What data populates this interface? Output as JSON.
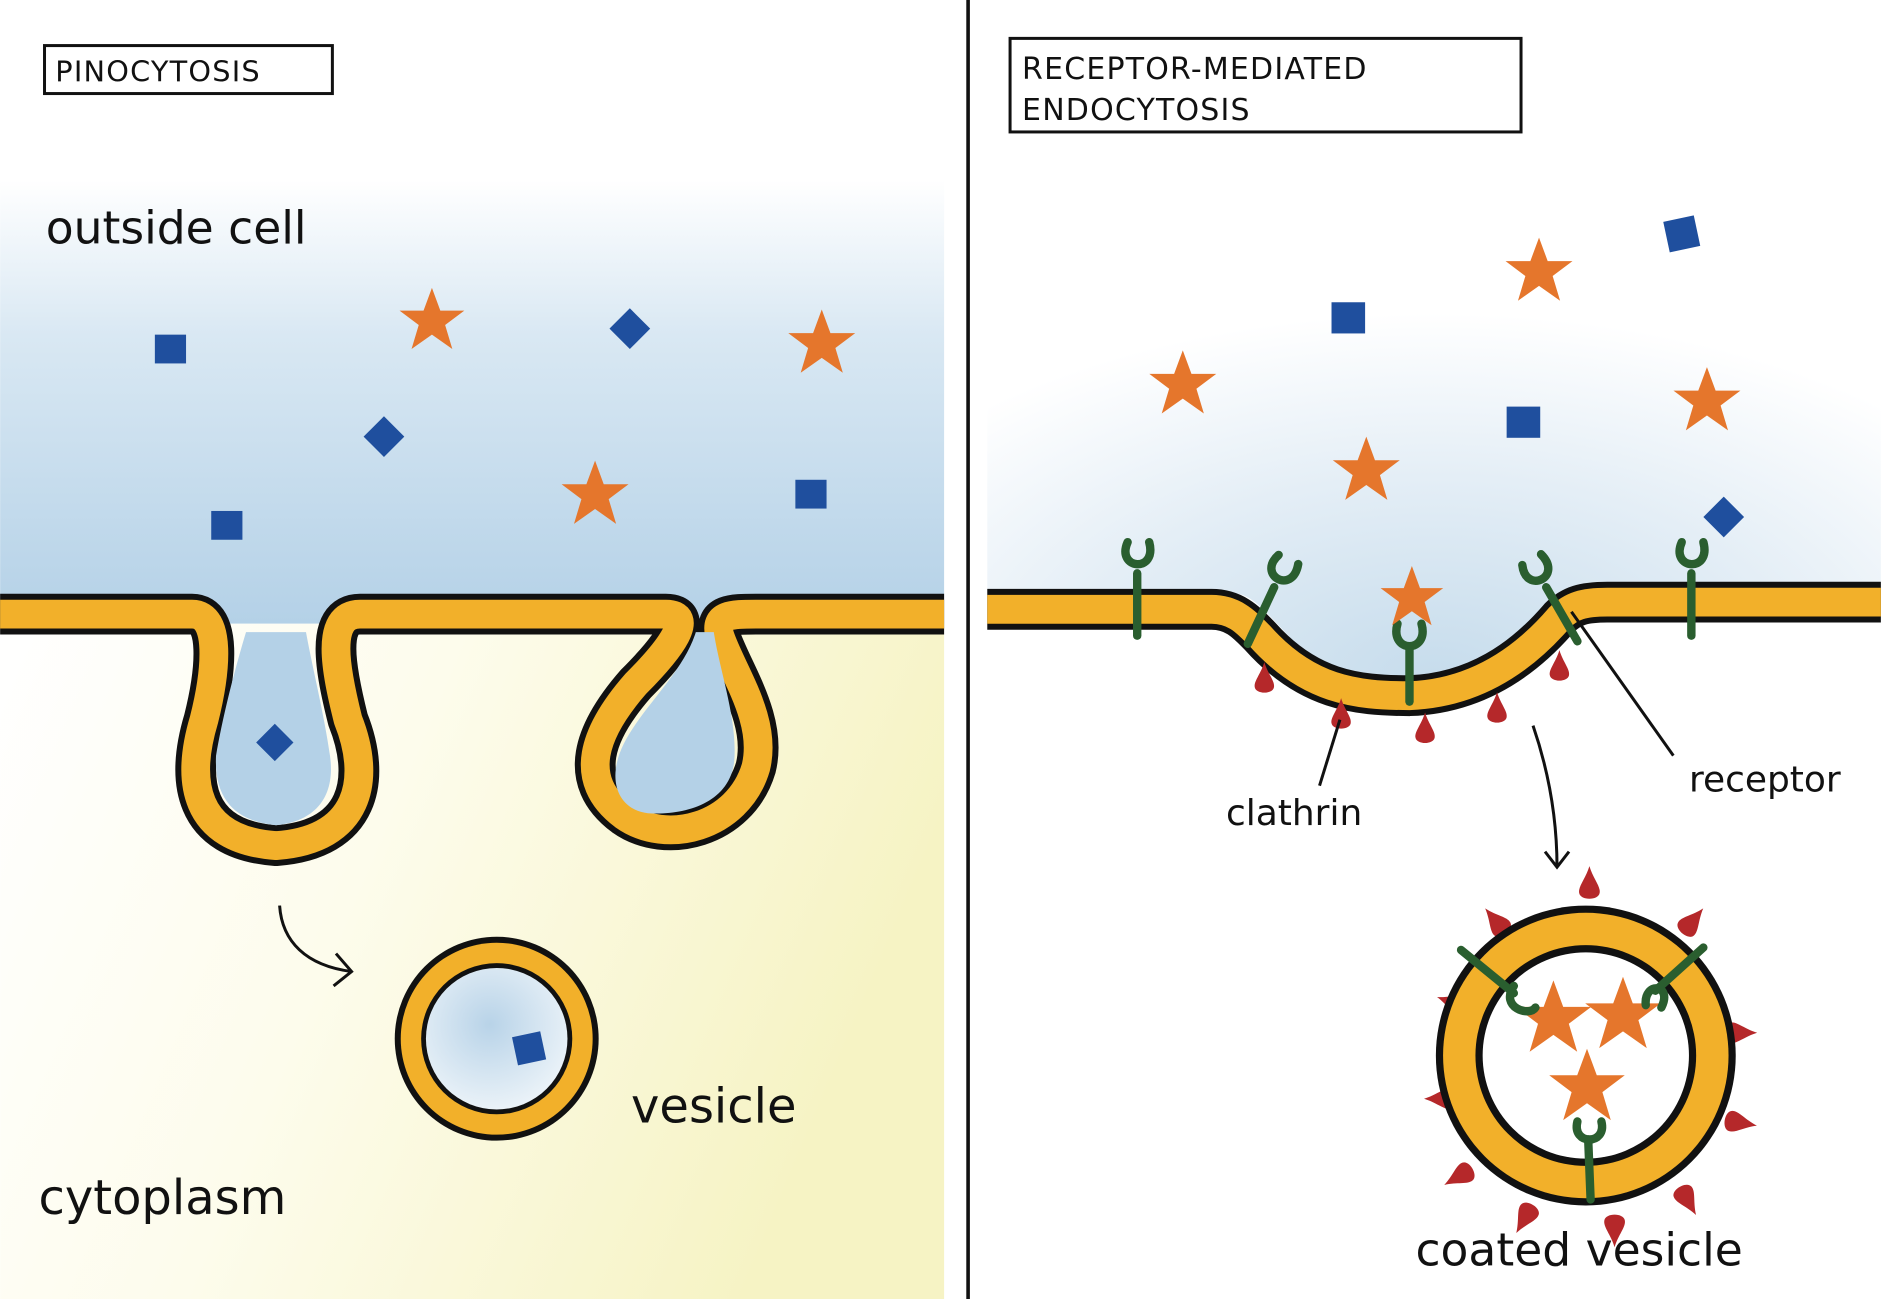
{
  "colors": {
    "membrane": "#F2B02A",
    "outline": "#111111",
    "extracellular": "#B9D6EA",
    "cytoplasm": "#F8F5C8",
    "cargo_square": "#1F4F9E",
    "ligand_star": "#E5762C",
    "receptor": "#2A5E2F",
    "clathrin": "#B5282A"
  },
  "left_panel": {
    "title": "PINOCYTOSIS",
    "labels": {
      "outside": "outside cell",
      "vesicle": "vesicle",
      "cytoplasm": "cytoplasm"
    }
  },
  "right_panel": {
    "title_line1": "RECEPTOR-MEDIATED",
    "title_line2": "ENDOCYTOSIS",
    "labels": {
      "clathrin": "clathrin",
      "receptor": "receptor",
      "coated_vesicle": "coated vesicle"
    }
  }
}
